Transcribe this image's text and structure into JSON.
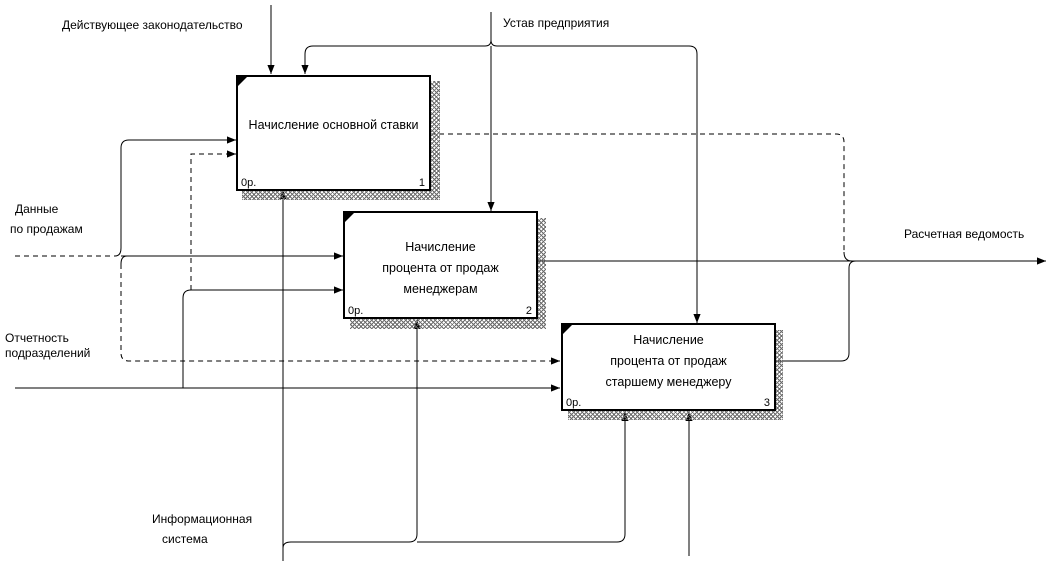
{
  "labels": {
    "legislation": "Действующее законодательство",
    "charter": "Устав предприятия",
    "sales_data": [
      "Данные",
      "по продажам"
    ],
    "dept_report": [
      "Отчетность",
      "подразделений"
    ],
    "info_system": [
      "Информационная",
      "система"
    ],
    "payroll": "Расчетная ведомость"
  },
  "boxes": [
    {
      "title": [
        "Начисление основной ставки"
      ],
      "op": "0p.",
      "num": "1"
    },
    {
      "title": [
        "Начисление",
        "процента от продаж",
        "менеджерам"
      ],
      "op": "0p.",
      "num": "2"
    },
    {
      "title": [
        "Начисление",
        "процента от продаж",
        "старшему менеджеру"
      ],
      "op": "0p.",
      "num": "3"
    }
  ]
}
